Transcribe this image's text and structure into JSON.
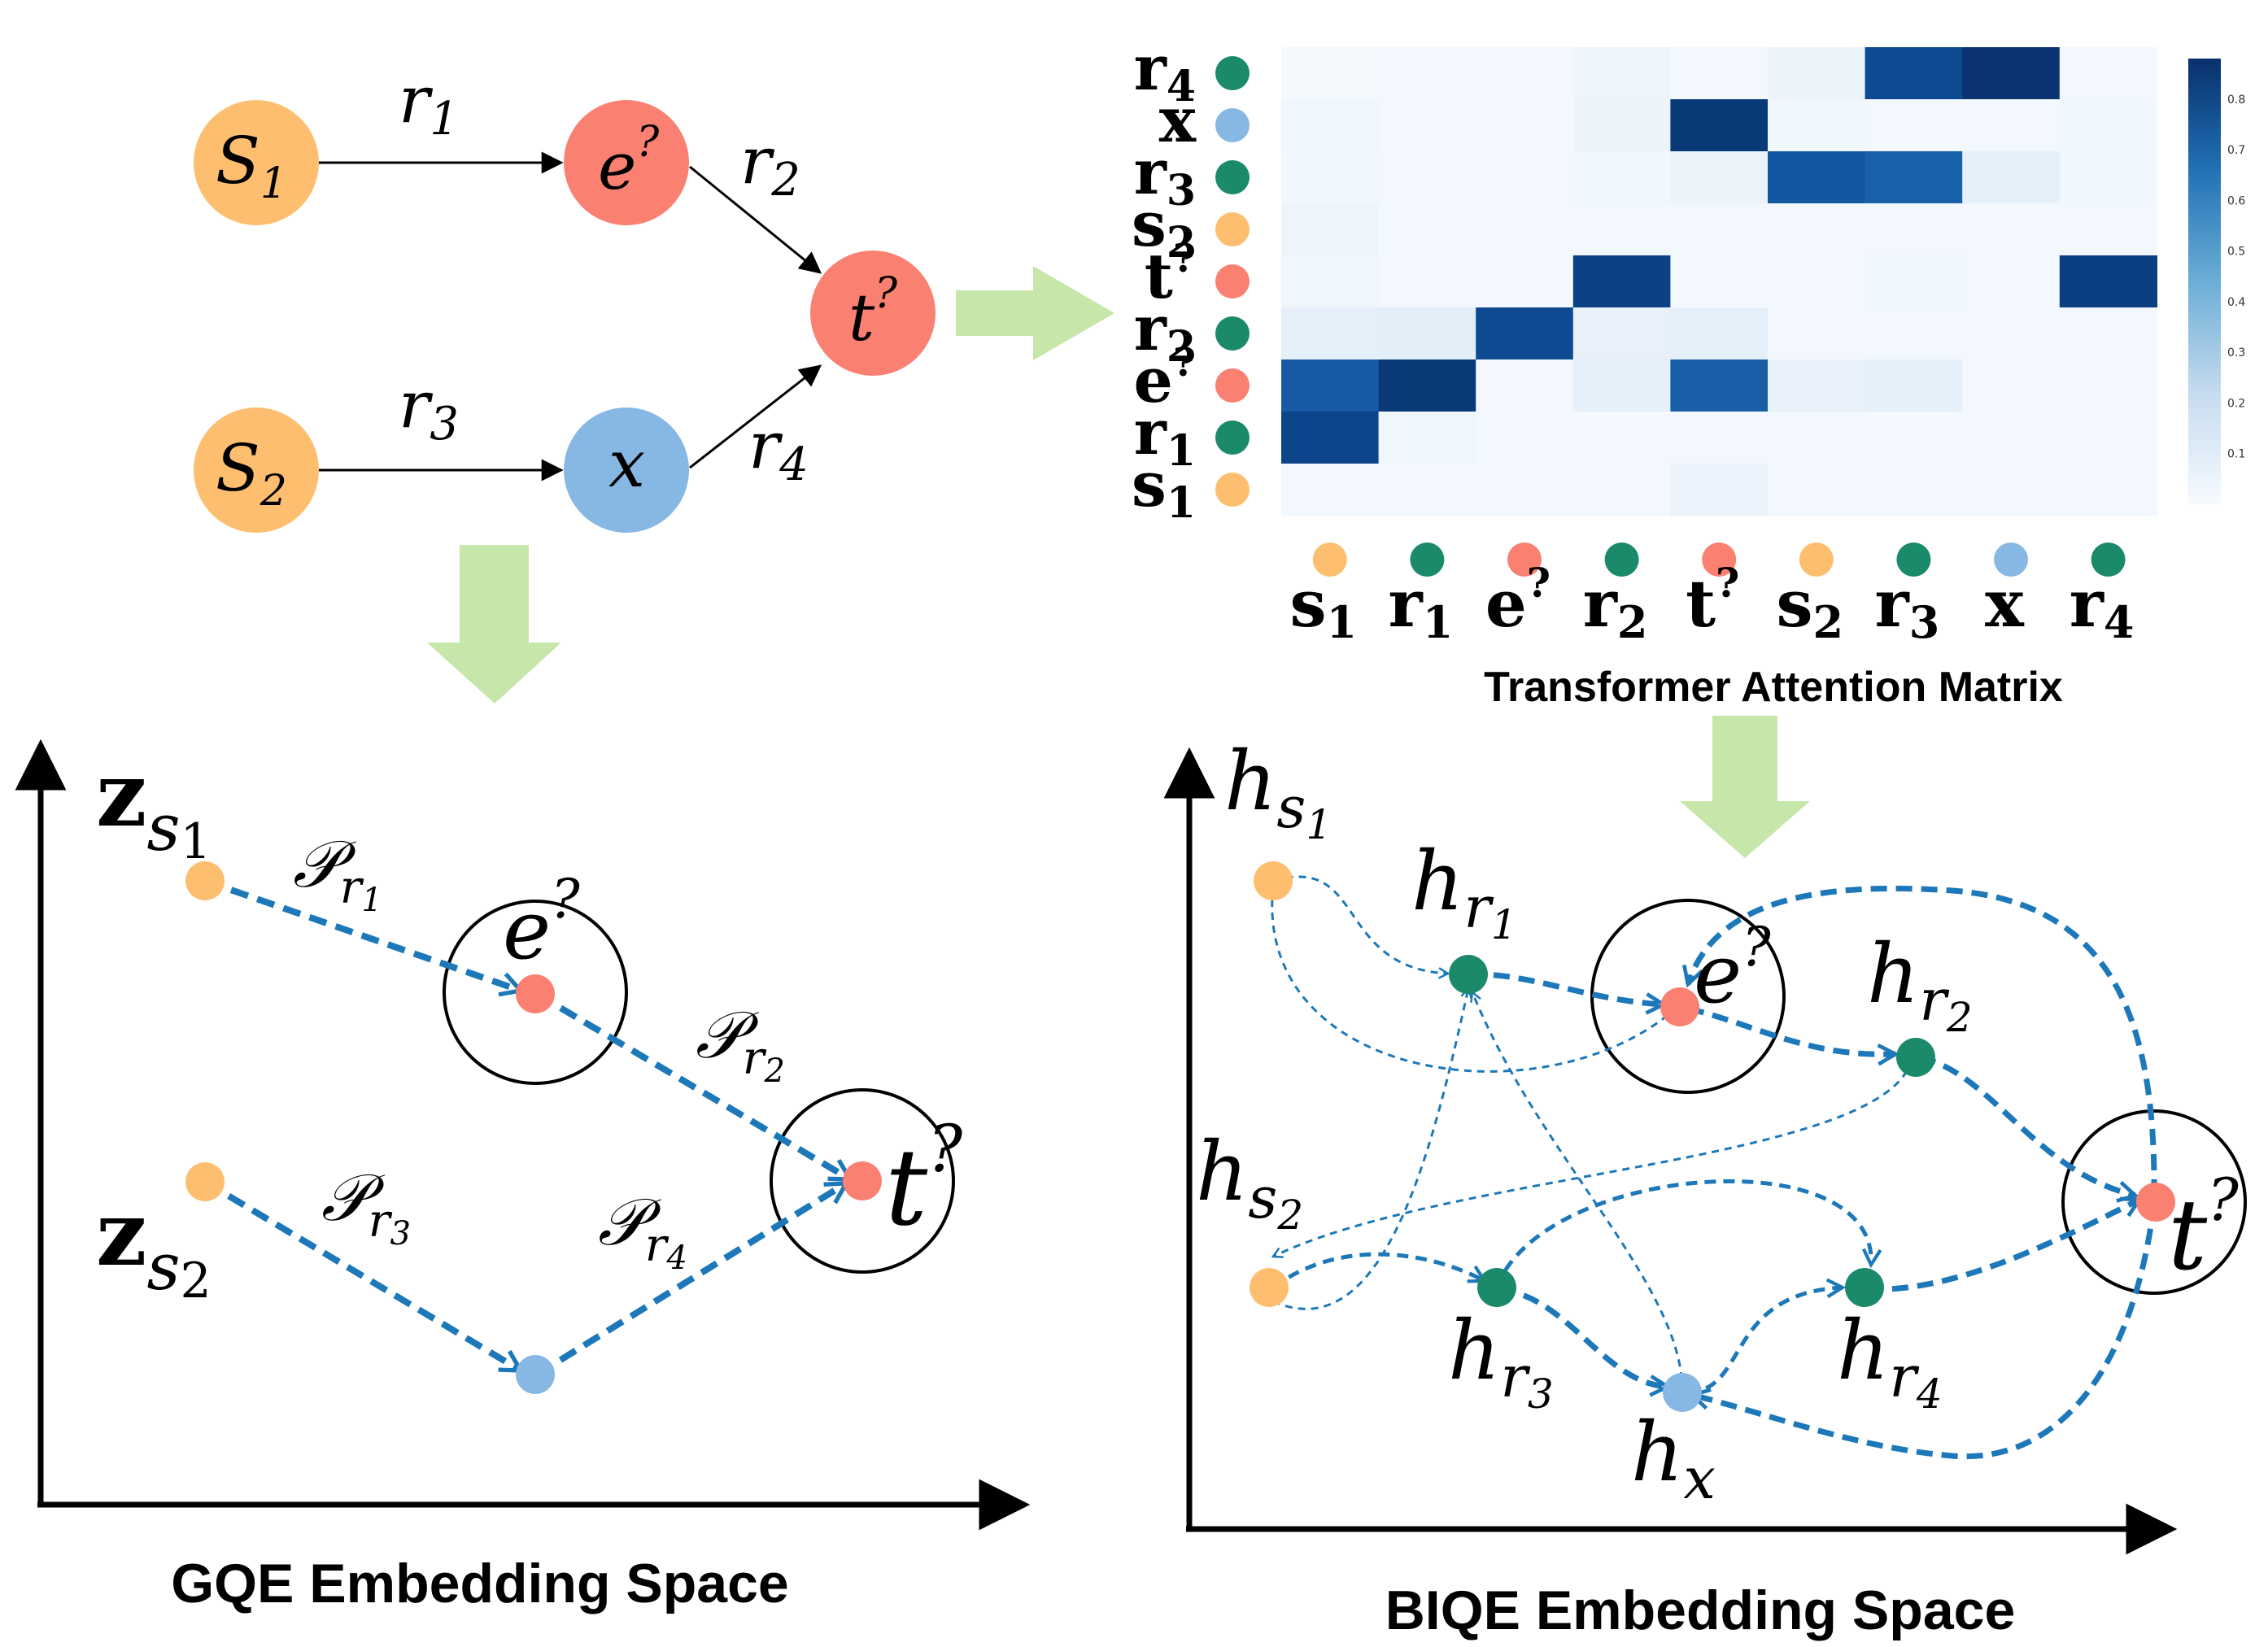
{
  "colors": {
    "source": "#FDBF6F",
    "variable": "#FA8072",
    "target": "#FA8072",
    "anchor_var": "#87B8E4",
    "relation": "#1A8A6A",
    "path": "#1C78B8",
    "arrow_green": "#C7E6A9",
    "black": "#000000"
  },
  "query_graph": {
    "nodes": {
      "s1": {
        "label": "S",
        "sub": "1"
      },
      "s2": {
        "label": "S",
        "sub": "2"
      },
      "e": {
        "label": "e",
        "sup": "?"
      },
      "x": {
        "label": "x"
      },
      "t": {
        "label": "t",
        "sup": "?"
      }
    },
    "edges": {
      "r1": {
        "label": "r",
        "sub": "1"
      },
      "r2": {
        "label": "r",
        "sub": "2"
      },
      "r3": {
        "label": "r",
        "sub": "3"
      },
      "r4": {
        "label": "r",
        "sub": "4"
      }
    }
  },
  "attention": {
    "title": "Transformer Attention Matrix",
    "row_labels_top_to_bottom": [
      {
        "text": "r",
        "sub": "4",
        "color": "relation"
      },
      {
        "text": "x",
        "sub": "",
        "color": "anchor_var"
      },
      {
        "text": "r",
        "sub": "3",
        "color": "relation"
      },
      {
        "text": "s",
        "sub": "2",
        "color": "source"
      },
      {
        "text": "t",
        "sup": "?",
        "color": "target"
      },
      {
        "text": "r",
        "sub": "2",
        "color": "relation"
      },
      {
        "text": "e",
        "sup": "?",
        "color": "variable"
      },
      {
        "text": "r",
        "sub": "1",
        "color": "relation"
      },
      {
        "text": "s",
        "sub": "1",
        "color": "source"
      }
    ],
    "col_labels": [
      {
        "text": "s",
        "sub": "1",
        "color": "source"
      },
      {
        "text": "r",
        "sub": "1",
        "color": "relation"
      },
      {
        "text": "e",
        "sup": "?",
        "color": "variable"
      },
      {
        "text": "r",
        "sub": "2",
        "color": "relation"
      },
      {
        "text": "t",
        "sup": "?",
        "color": "target"
      },
      {
        "text": "s",
        "sub": "2",
        "color": "source"
      },
      {
        "text": "r",
        "sub": "3",
        "color": "relation"
      },
      {
        "text": "x",
        "sub": "",
        "color": "anchor_var"
      },
      {
        "text": "r",
        "sub": "4",
        "color": "relation"
      }
    ],
    "matrix_top_to_bottom": [
      [
        0.02,
        0.03,
        0.03,
        0.06,
        0.03,
        0.07,
        0.78,
        0.88,
        0.03
      ],
      [
        0.05,
        0.03,
        0.03,
        0.07,
        0.86,
        0.04,
        0.03,
        0.03,
        0.04
      ],
      [
        0.04,
        0.03,
        0.03,
        0.04,
        0.07,
        0.72,
        0.67,
        0.1,
        0.04
      ],
      [
        0.06,
        0.03,
        0.03,
        0.03,
        0.03,
        0.03,
        0.03,
        0.03,
        0.03
      ],
      [
        0.05,
        0.03,
        0.03,
        0.82,
        0.03,
        0.03,
        0.04,
        0.03,
        0.83
      ],
      [
        0.11,
        0.12,
        0.78,
        0.09,
        0.11,
        0.03,
        0.03,
        0.03,
        0.03
      ],
      [
        0.7,
        0.86,
        0.03,
        0.1,
        0.68,
        0.09,
        0.1,
        0.03,
        0.03
      ],
      [
        0.8,
        0.05,
        0.03,
        0.03,
        0.03,
        0.03,
        0.03,
        0.03,
        0.03
      ],
      [
        0.03,
        0.03,
        0.03,
        0.03,
        0.08,
        0.03,
        0.03,
        0.03,
        0.03
      ]
    ],
    "colorbar_ticks": [
      "0.8",
      "0.7",
      "0.6",
      "0.5",
      "0.4",
      "0.3",
      "0.2",
      "0.1"
    ]
  },
  "gqe": {
    "caption": "GQE Embedding Space",
    "labels": {
      "z": "z",
      "s": "s",
      "one": "1",
      "two": "2",
      "P": "𝒫",
      "r": "r",
      "three": "3",
      "four": "4",
      "e": "e",
      "t": "t",
      "q": "?"
    }
  },
  "biqe": {
    "caption": "BIQE Embedding Space",
    "labels": {
      "h": "h",
      "s": "s",
      "r": "r",
      "x": "x",
      "one": "1",
      "two": "2",
      "three": "3",
      "four": "4",
      "e": "e",
      "t": "t",
      "q": "?"
    }
  }
}
